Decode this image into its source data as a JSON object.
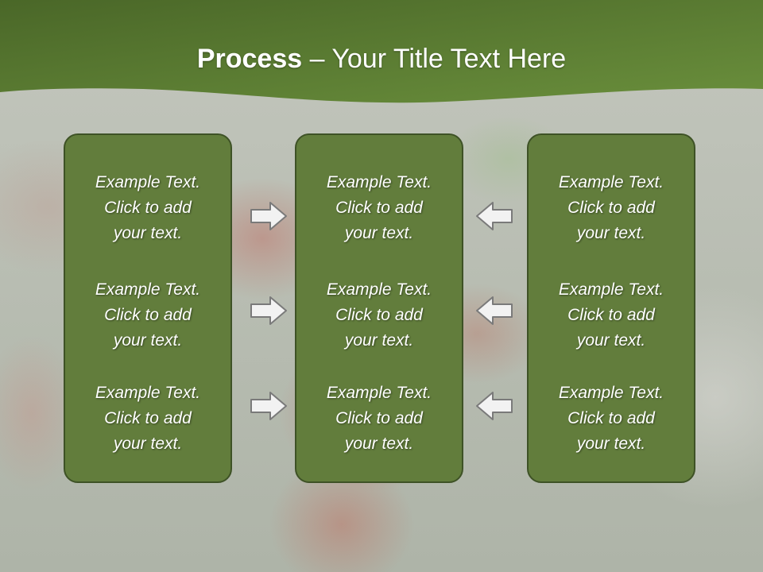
{
  "slide": {
    "title_bold": "Process",
    "title_rest": " – Your Title Text Here"
  },
  "colors": {
    "header": "#5f7f35",
    "panel_fill": "#627d3c",
    "panel_border": "#3e5226",
    "arrow_fill": "#f2f2f2",
    "arrow_stroke": "#7a7a7a"
  },
  "columns": [
    {
      "items": [
        {
          "line1": "Example Text.",
          "line2": "Click  to add",
          "line3": "your text."
        },
        {
          "line1": "Example Text.",
          "line2": "Click  to add",
          "line3": "your text."
        },
        {
          "line1": "Example Text.",
          "line2": "Click  to add",
          "line3": "your text."
        }
      ]
    },
    {
      "items": [
        {
          "line1": "Example Text.",
          "line2": "Click  to add",
          "line3": "your text."
        },
        {
          "line1": "Example Text.",
          "line2": "Click  to add",
          "line3": "your text."
        },
        {
          "line1": "Example Text.",
          "line2": "Click  to add",
          "line3": "your text."
        }
      ]
    },
    {
      "items": [
        {
          "line1": "Example Text.",
          "line2": "Click  to add",
          "line3": "your text."
        },
        {
          "line1": "Example Text.",
          "line2": "Click  to add",
          "line3": "your text."
        },
        {
          "line1": "Example Text.",
          "line2": "Click  to add",
          "line3": "your text."
        }
      ]
    }
  ],
  "arrows": {
    "left_group": "right-arrow-icon",
    "right_group": "left-arrow-icon"
  }
}
